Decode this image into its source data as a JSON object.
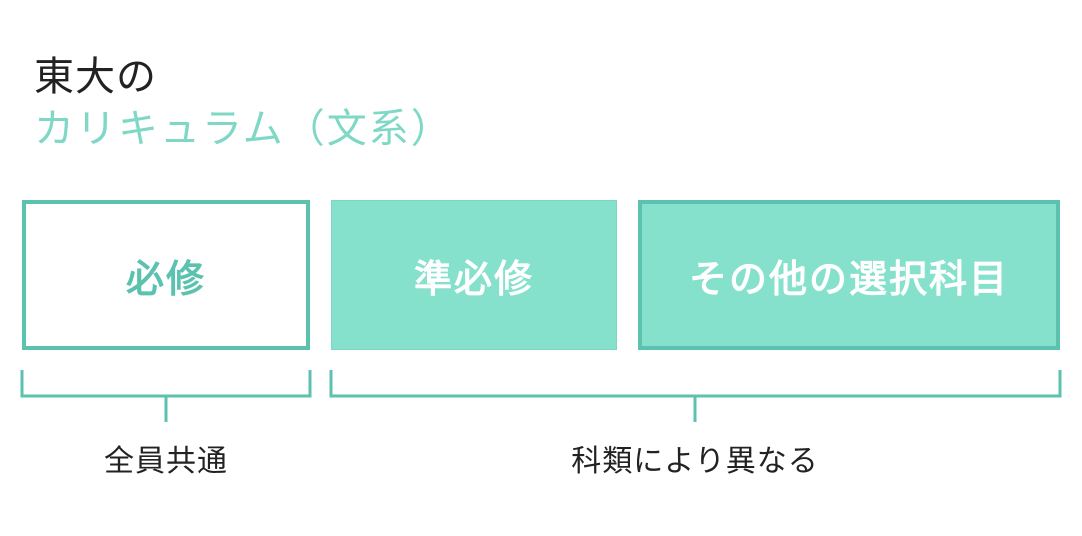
{
  "title": {
    "line1": "東大の",
    "line2": "カリキュラム（文系）"
  },
  "boxes": {
    "required": "必修",
    "semi_required": "準必修",
    "elective": "その他の選択科目"
  },
  "groups": {
    "common": "全員共通",
    "varies": "科類により異なる"
  },
  "colors": {
    "accent_dark": "#5cc2b0",
    "accent_light": "#85e0cc",
    "text": "#222222"
  }
}
